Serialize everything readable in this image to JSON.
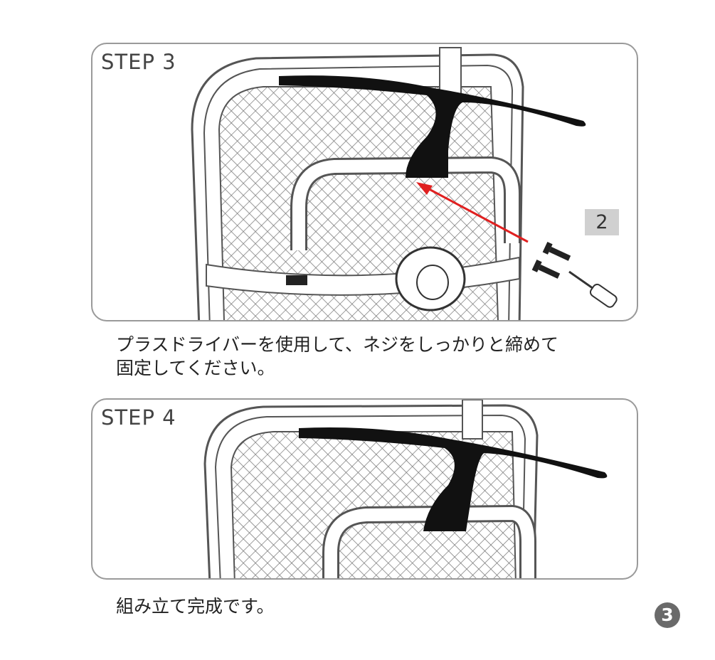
{
  "steps": [
    {
      "label": "STEP 3",
      "part_badge": "2",
      "caption_lines": [
        "プラスドライバーを使用して、ネジをしっかりと締めて",
        "固定してください。"
      ]
    },
    {
      "label": "STEP 4",
      "caption_lines": [
        "組み立て完成です。"
      ]
    }
  ],
  "page_number": "3",
  "colors": {
    "arrow": "#e02020",
    "border": "#9a9a9a",
    "badge": "#d0d0d0"
  }
}
